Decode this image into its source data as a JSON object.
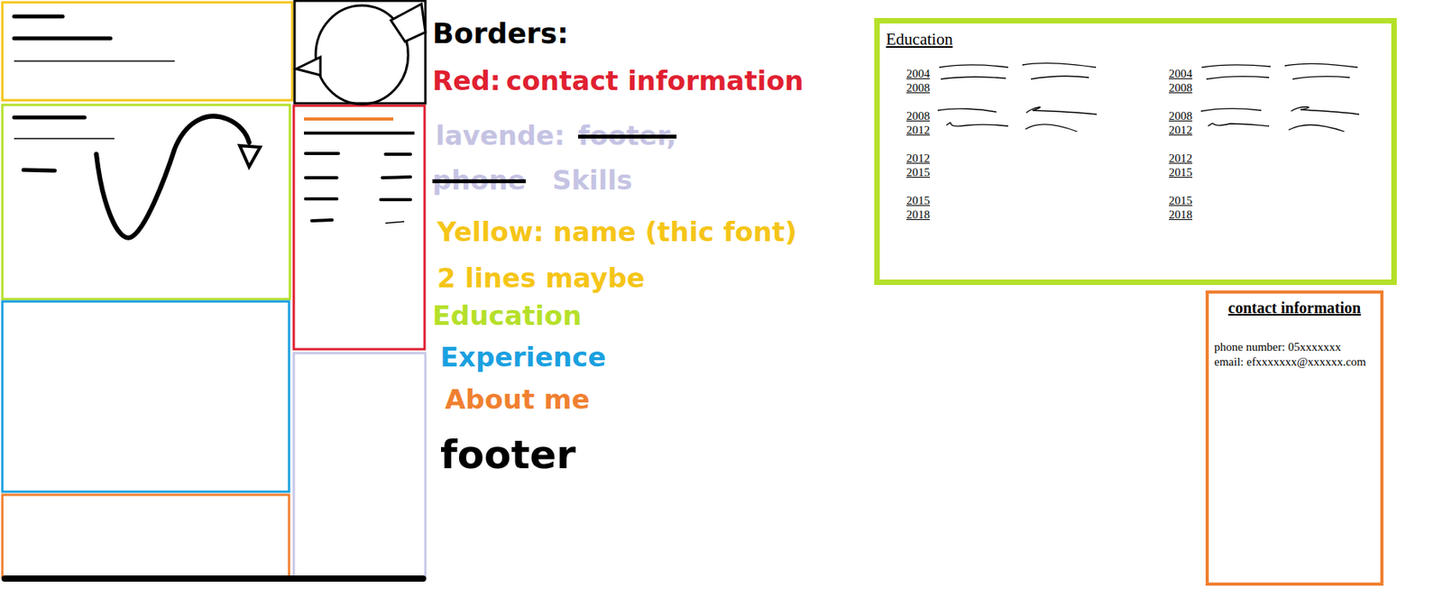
{
  "diagram": {
    "nodes": [
      {
        "text": [
          "Education",
          "2004 2008",
          "2008 2012",
          "2012 2015",
          "2015 2018",
          "2004 2008",
          "2008 2012",
          "2012 2015",
          "2015 2018"
        ]
      },
      {
        "text": [
          "contact information",
          "phone number: 05xxxxxxx",
          "email: efxxxxxxx@xxxxxx.com"
        ]
      }
    ],
    "labels": [
      "Borders:",
      "Red:",
      "contact information",
      "lavende:",
      "footer,",
      "phone",
      "Skills",
      "Yellow: name (thic font)",
      "2 lines maybe",
      "Education",
      "Experience",
      "About me",
      "footer"
    ]
  }
}
